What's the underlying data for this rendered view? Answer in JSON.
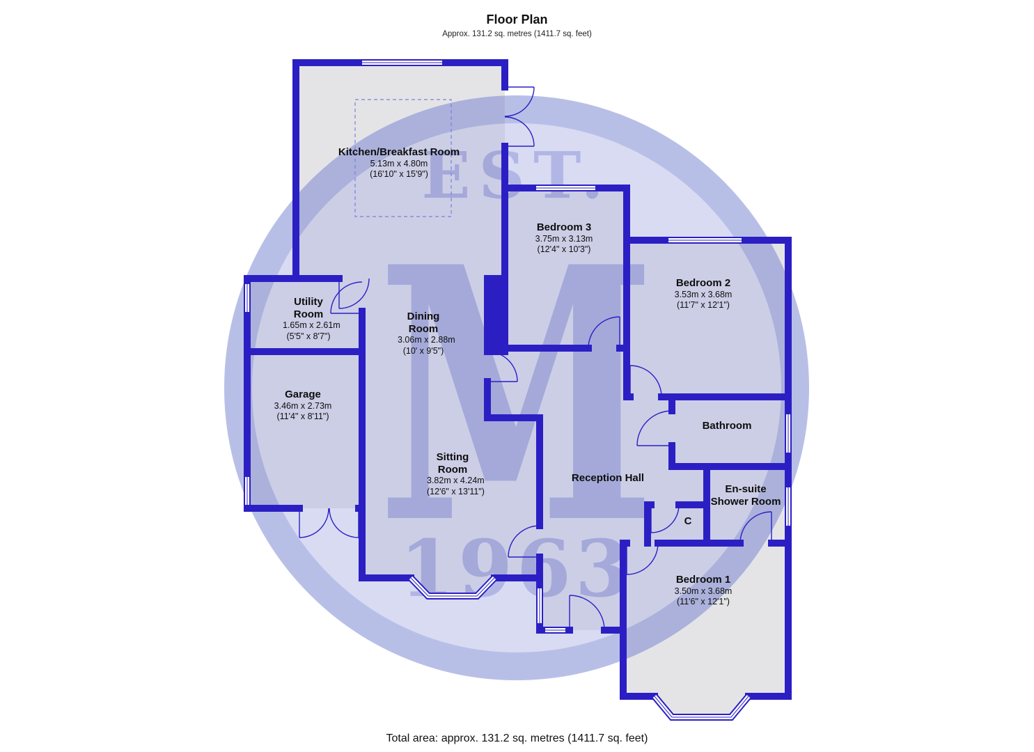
{
  "page": {
    "title": "Floor Plan",
    "subtitle": "Approx. 131.2 sq. metres (1411.7 sq. feet)",
    "total_area": "Total area: approx. 131.2 sq. metres (1411.7 sq. feet)"
  },
  "watermark": {
    "est": "EST.",
    "monogram": "M",
    "year": "1963"
  },
  "colors": {
    "wall": "#2b1fc4",
    "floor": "#e4e4e7",
    "watermark_ring": "#7380d0",
    "watermark_fill": "#b5b9e6",
    "watermark_text": "#6670cc",
    "label_text": "#0e0e0e"
  },
  "rooms": [
    {
      "id": "kitchen",
      "name": "Kitchen/Breakfast Room",
      "metric": "5.13m x 4.80m",
      "imperial": "(16'10\" x 15'9\")"
    },
    {
      "id": "bedroom3",
      "name": "Bedroom 3",
      "metric": "3.75m x 3.13m",
      "imperial": "(12'4\" x 10'3\")"
    },
    {
      "id": "bedroom2",
      "name": "Bedroom 2",
      "metric": "3.53m x 3.68m",
      "imperial": "(11'7\" x 12'1\")"
    },
    {
      "id": "utility",
      "name": "Utility Room",
      "metric": "1.65m x 2.61m",
      "imperial": "(5'5\" x 8'7\")"
    },
    {
      "id": "dining",
      "name": "Dining Room",
      "metric": "3.06m x 2.88m",
      "imperial": "(10' x 9'5\")"
    },
    {
      "id": "garage",
      "name": "Garage",
      "metric": "3.46m x 2.73m",
      "imperial": "(11'4\" x 8'11\")"
    },
    {
      "id": "sitting",
      "name": "Sitting Room",
      "metric": "3.82m x 4.24m",
      "imperial": "(12'6\" x 13'11\")"
    },
    {
      "id": "reception",
      "name": "Reception Hall",
      "metric": "",
      "imperial": ""
    },
    {
      "id": "bathroom",
      "name": "Bathroom",
      "metric": "",
      "imperial": ""
    },
    {
      "id": "ensuite",
      "name": "En-suite Shower Room",
      "metric": "",
      "imperial": ""
    },
    {
      "id": "cupboard",
      "name": "C",
      "metric": "",
      "imperial": ""
    },
    {
      "id": "bedroom1",
      "name": "Bedroom 1",
      "metric": "3.50m x 3.68m",
      "imperial": "(11'6\" x 12'1\")"
    }
  ]
}
